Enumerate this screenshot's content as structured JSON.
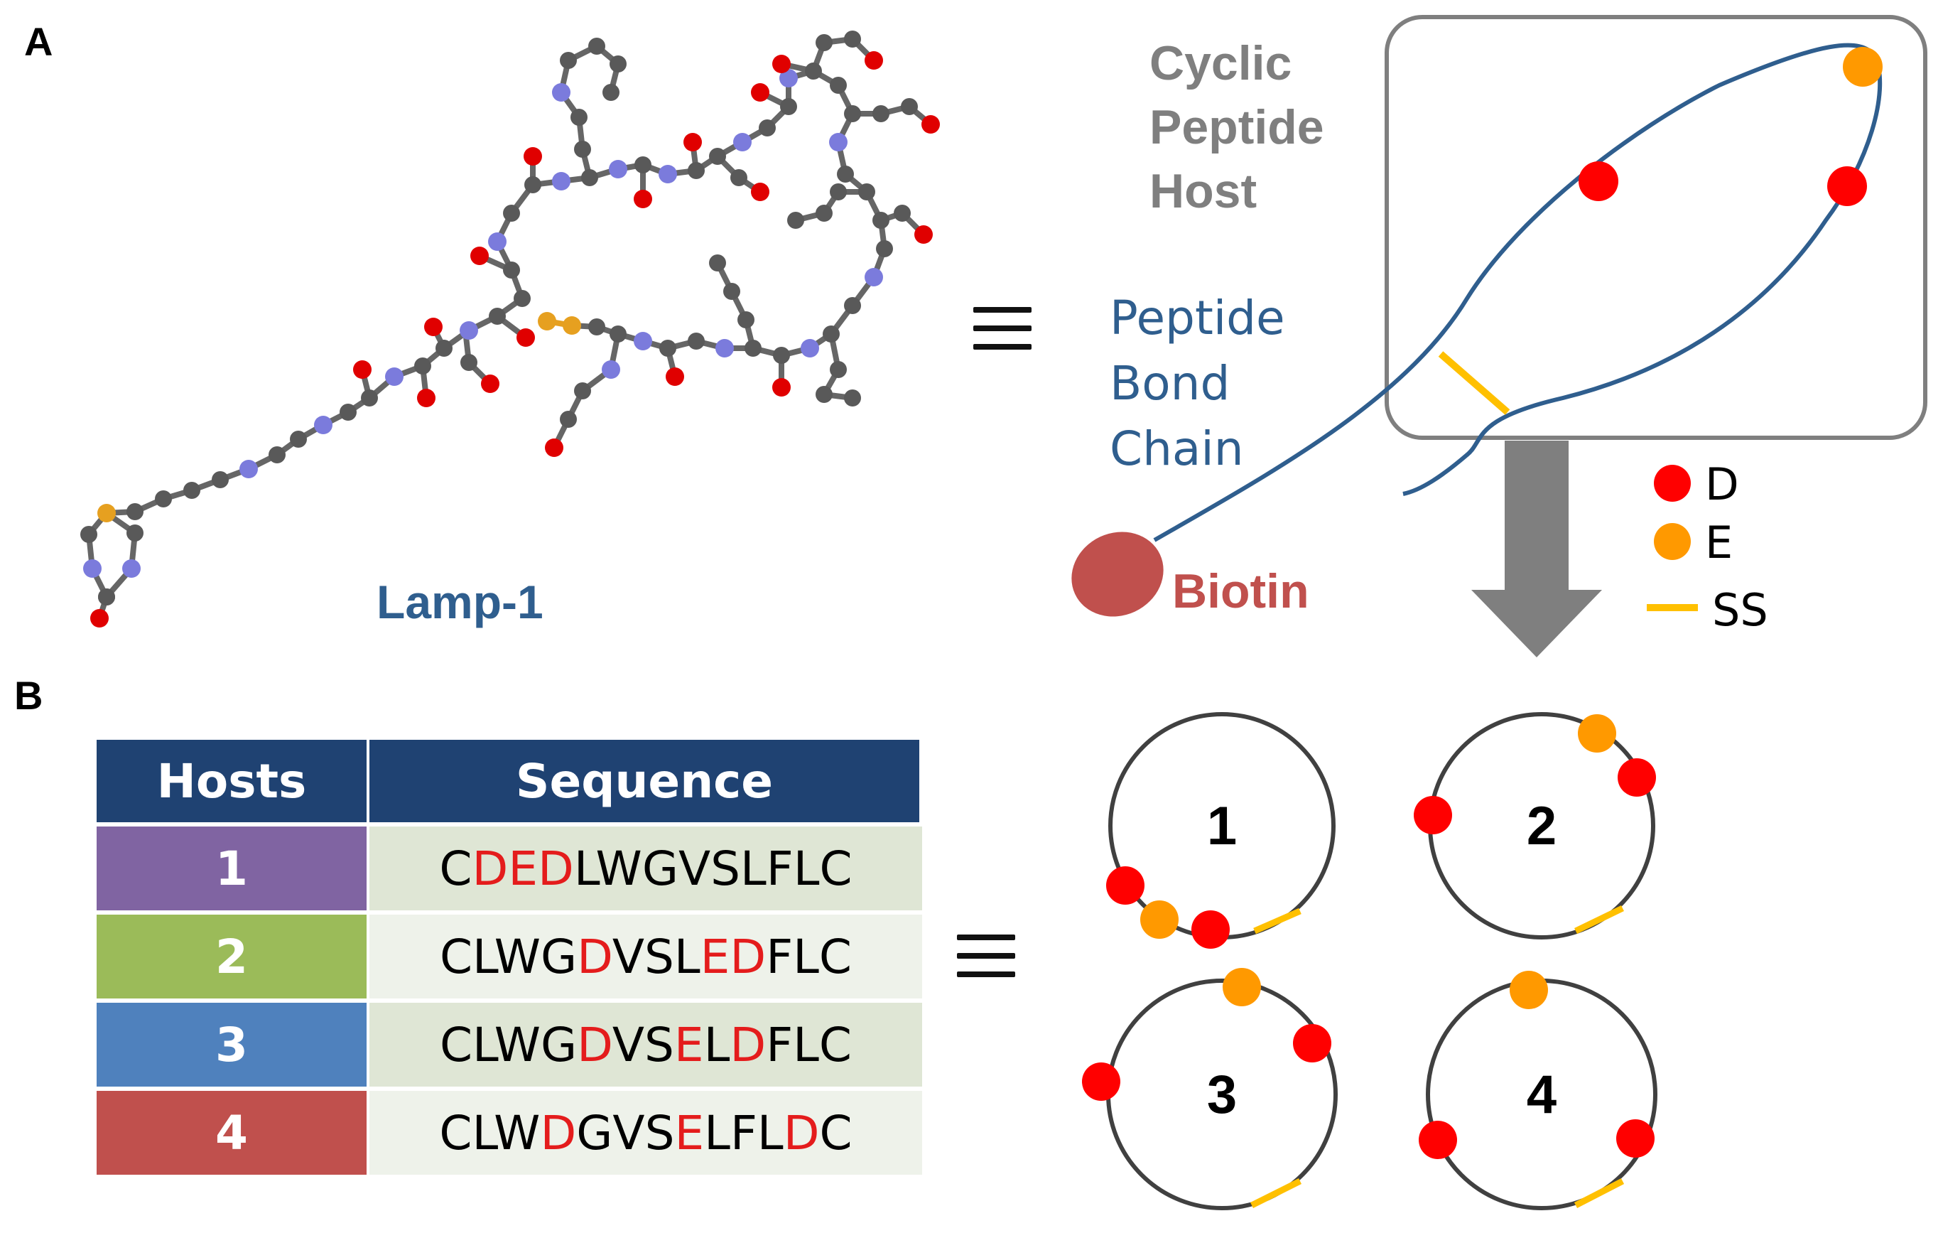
{
  "panel_a": {
    "letter": "A",
    "molecule_label": "Lamp-1",
    "cyclic_label": [
      "Cyclic",
      "Peptide",
      "Host"
    ],
    "chain_label": [
      "Peptide",
      "Bond",
      "Chain"
    ],
    "biotin_label": "Biotin",
    "legend": [
      {
        "symbol": "red-dot",
        "label": "D",
        "color": "#ff0000"
      },
      {
        "symbol": "orange-dot",
        "label": "E",
        "color": "#ff9900"
      },
      {
        "symbol": "yellow-line",
        "label": "SS",
        "color": "#ffc000"
      }
    ]
  },
  "panel_b": {
    "letter": "B",
    "table": {
      "headers": [
        "Hosts",
        "Sequence"
      ],
      "rows": [
        {
          "host": "1",
          "color": "#8064a2",
          "seq_color": "#dfe6d5",
          "segments": [
            [
              "C",
              0
            ],
            [
              "DED",
              1
            ],
            [
              "LWGVSLFLC",
              0
            ]
          ]
        },
        {
          "host": "2",
          "color": "#9bbb59",
          "seq_color": "#eef2ea",
          "segments": [
            [
              "CLWG",
              0
            ],
            [
              "D",
              1
            ],
            [
              "VSL",
              0
            ],
            [
              "ED",
              1
            ],
            [
              "FLC",
              0
            ]
          ]
        },
        {
          "host": "3",
          "color": "#4f81bd",
          "seq_color": "#dfe6d5",
          "segments": [
            [
              "CLWG",
              0
            ],
            [
              "D",
              1
            ],
            [
              "VS",
              0
            ],
            [
              "E",
              1
            ],
            [
              "L",
              0
            ],
            [
              "D",
              1
            ],
            [
              "FLC",
              0
            ]
          ]
        },
        {
          "host": "4",
          "color": "#c0504d",
          "seq_color": "#eef2ea",
          "segments": [
            [
              "CLW",
              0
            ],
            [
              "D",
              1
            ],
            [
              "GVS",
              0
            ],
            [
              "E",
              1
            ],
            [
              "LFL",
              0
            ],
            [
              "D",
              1
            ],
            [
              "C",
              0
            ]
          ]
        }
      ]
    },
    "circles": [
      {
        "num": "1"
      },
      {
        "num": "2"
      },
      {
        "num": "3"
      },
      {
        "num": "4"
      }
    ]
  },
  "colors": {
    "chain_blue": "#2f5e8e",
    "label_blue": "#2f5e8e",
    "cyclic_gray": "#7f7f7f",
    "biotin": "#c0504d",
    "asp_red": "#ff0000",
    "glu_orange": "#ff9900",
    "disulfide": "#ffc000",
    "atom_carbon": "#595959",
    "atom_oxygen": "#e00000",
    "atom_nitrogen": "#7b7bdc",
    "atom_sulfur": "#e6a020"
  }
}
